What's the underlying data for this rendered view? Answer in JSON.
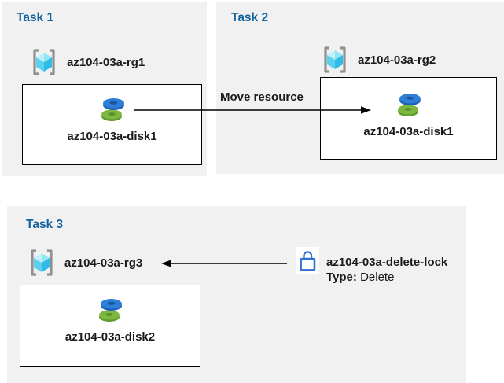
{
  "tasks": [
    {
      "title": "Task 1",
      "resource_group": "az104-03a-rg1",
      "resource": "az104-03a-disk1"
    },
    {
      "title": "Task 2",
      "resource_group": "az104-03a-rg2",
      "resource": "az104-03a-disk1"
    },
    {
      "title": "Task 3",
      "resource_group": "az104-03a-rg3",
      "resource": "az104-03a-disk2"
    }
  ],
  "move_arrow": {
    "label": "Move resource"
  },
  "lock": {
    "name": "az104-03a-delete-lock",
    "type_label": "Type:",
    "type_value": "Delete"
  },
  "icons": {
    "resource_group": "resource-group-icon",
    "disk": "disk-icon",
    "lock": "lock-icon"
  },
  "colors": {
    "panel_bg": "#f1f1f1",
    "title_blue": "#1464a0",
    "disk_blue": "#2e7ed7",
    "disk_blue_dark": "#1f63b8",
    "disk_green": "#7cb83f",
    "disk_green_dark": "#5f9c31",
    "cube_top": "#b9eef9",
    "cube_left": "#5ad2ef",
    "cube_right": "#30bce5",
    "bracket_gray": "#909090",
    "lock_blue": "#2f6fd6",
    "arrow_black": "#000000"
  }
}
